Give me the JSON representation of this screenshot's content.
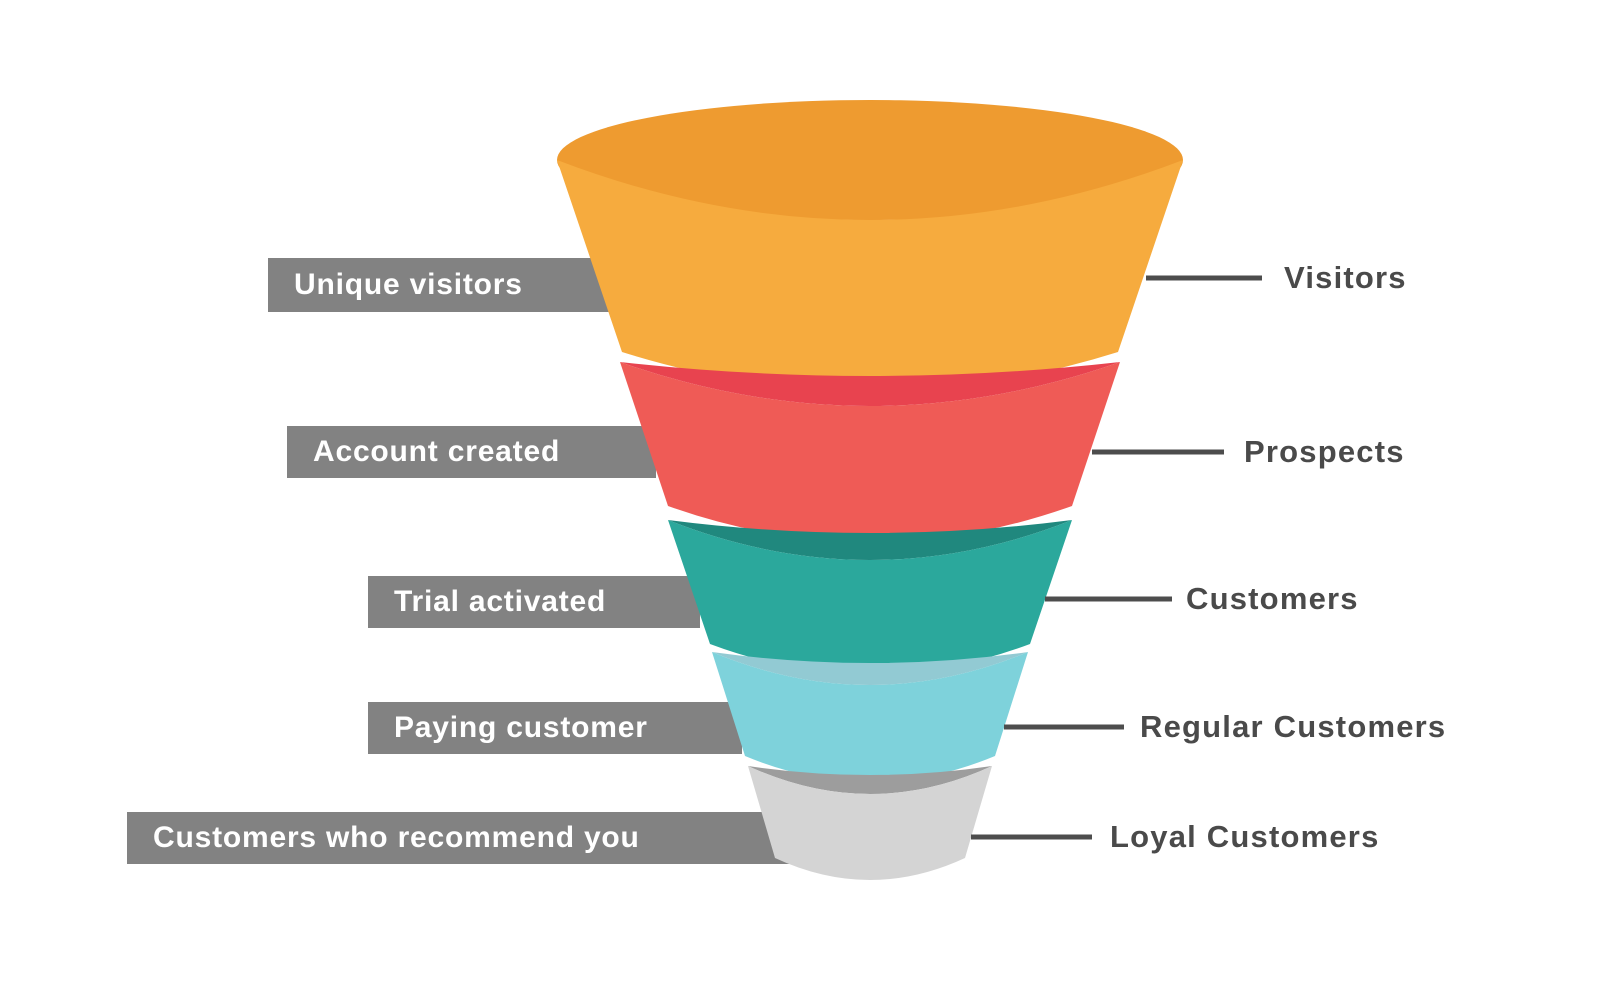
{
  "diagram": {
    "type": "funnel",
    "background_color": "#ffffff",
    "label_bar_color": "#828282",
    "label_text_color": "#ffffff",
    "connector_color": "#4d4d4d",
    "right_label_color": "#4a4a4a",
    "stages": [
      {
        "left_label": "Unique visitors",
        "right_label": "Visitors",
        "body_color": "#f6ab3e",
        "lip_color": "#ee9b30"
      },
      {
        "left_label": "Account created",
        "right_label": "Prospects",
        "body_color": "#ef5b56",
        "lip_color": "#e8434f"
      },
      {
        "left_label": "Trial activated",
        "right_label": "Customers",
        "body_color": "#2ba89c",
        "lip_color": "#20887e"
      },
      {
        "left_label": "Paying customer",
        "right_label": "Regular Customers",
        "body_color": "#7ed2db",
        "lip_color": "#92cad3"
      },
      {
        "left_label": "Customers who recommend you",
        "right_label": "Loyal Customers",
        "body_color": "#d4d4d4",
        "lip_color": "#9d9d9d"
      }
    ]
  }
}
